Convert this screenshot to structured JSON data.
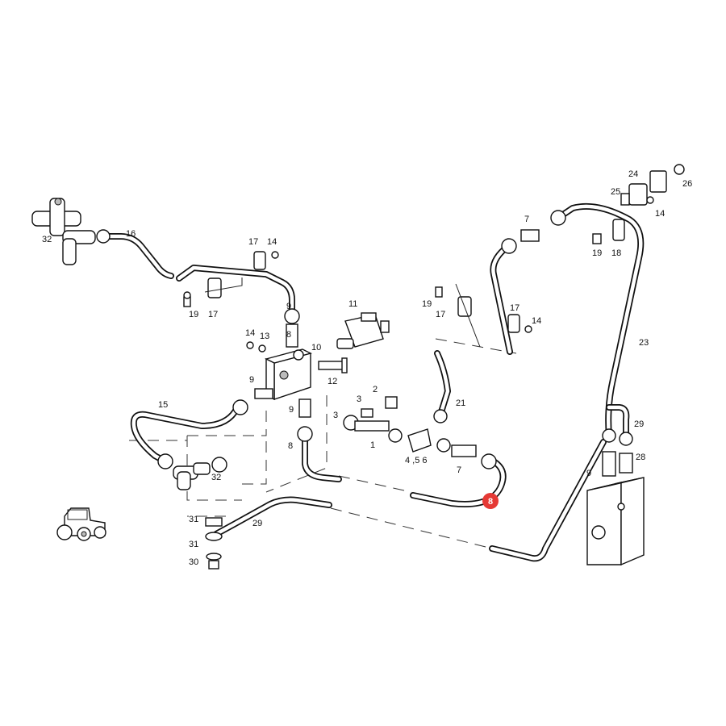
{
  "callouts": {
    "c1": "1",
    "c2": "2",
    "c3a": "3",
    "c3b": "3",
    "c456": "4 ,5 6",
    "c7a": "7",
    "c7b": "7",
    "c8a": "8",
    "c8b": "8",
    "c8c": "8",
    "c9a": "9",
    "c9b": "9",
    "c9c": "9",
    "c10": "10",
    "c11": "11",
    "c12": "12",
    "c13": "13",
    "c14a": "14",
    "c14b": "14",
    "c14c": "14",
    "c14d": "14",
    "c15": "15",
    "c16": "16",
    "c17a": "17",
    "c17b": "17",
    "c17c": "17",
    "c17d": "17",
    "c18": "18",
    "c19a": "19",
    "c19b": "19",
    "c19c": "19",
    "c21": "21",
    "c23": "23",
    "c24": "24",
    "c25": "25",
    "c26": "26",
    "c28": "28",
    "c29a": "29",
    "c29b": "29",
    "c30": "30",
    "c31a": "31",
    "c31b": "31",
    "c32a": "32",
    "c32b": "32"
  },
  "highlight_color": "#e53935"
}
